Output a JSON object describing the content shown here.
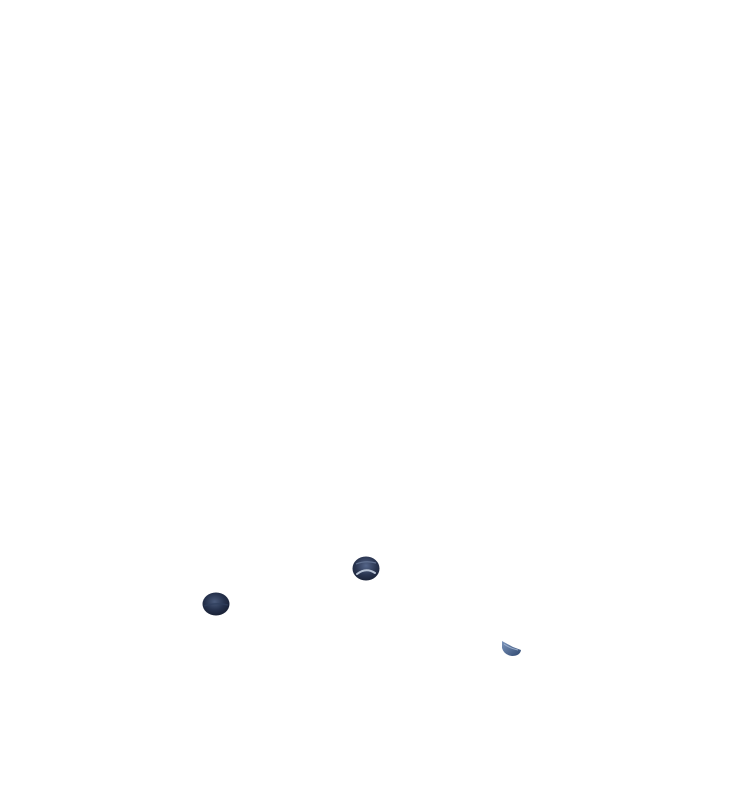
{
  "scene": {
    "background": "#ffffff",
    "objects": [
      {
        "id": "left",
        "name": "dark-round-blob",
        "fill": "#1f2a44",
        "highlight": "#4a5a7a"
      },
      {
        "id": "middle",
        "name": "dark-round-blob-with-glint",
        "fill": "#2a3550",
        "highlight": "#b9c4d6"
      },
      {
        "id": "right",
        "name": "small-cut-blob",
        "fill": "#3e5a86",
        "highlight": "#7e97bd"
      }
    ]
  }
}
